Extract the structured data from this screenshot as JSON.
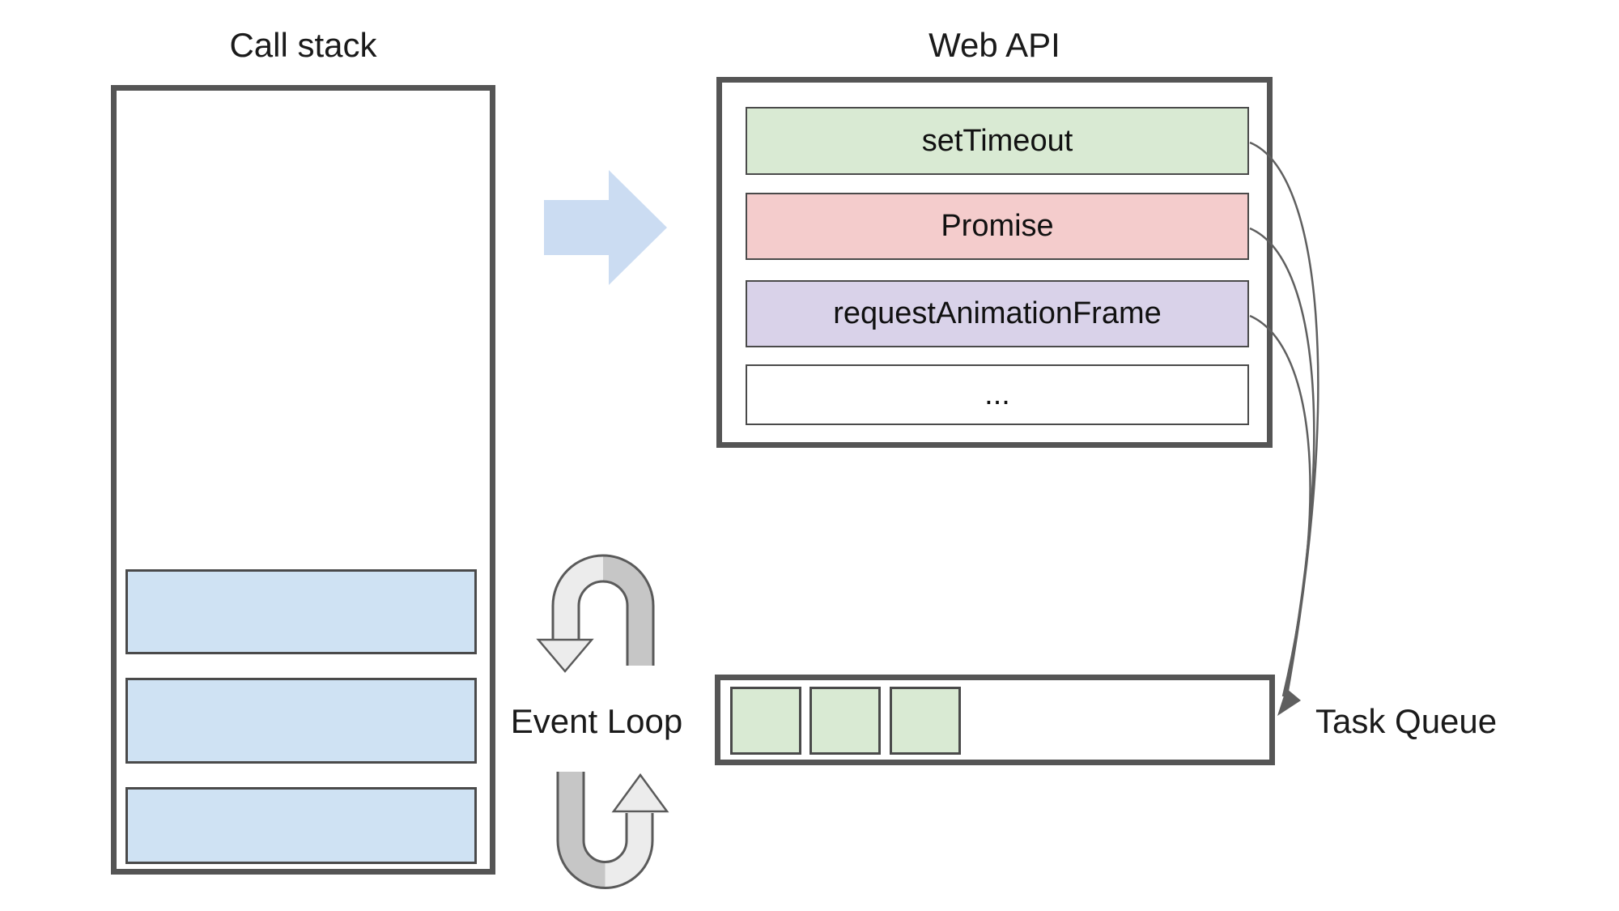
{
  "diagram": {
    "call_stack": {
      "title": "Call stack",
      "frame_count": 3,
      "frame_color": "#cfe2f3"
    },
    "web_api": {
      "title": "Web API",
      "rows": [
        {
          "label": "setTimeout",
          "color": "#d9ead3"
        },
        {
          "label": "Promise",
          "color": "#f4cccc"
        },
        {
          "label": "requestAnimationFrame",
          "color": "#d9d2e9"
        },
        {
          "label": "...",
          "color": "#ffffff"
        }
      ]
    },
    "task_queue": {
      "label": "Task Queue",
      "item_count": 3,
      "item_color": "#d9ead3"
    },
    "event_loop": {
      "label": "Event Loop"
    }
  },
  "colors": {
    "box_border": "#555555",
    "item_border": "#4a4a4a",
    "flow_arrow_blue": "#cbdcf2",
    "connector_gray": "#5f5f5f",
    "loop_light_gray": "#ececec",
    "loop_dark_gray": "#c6c6c6",
    "text": "#1a1a1a"
  }
}
